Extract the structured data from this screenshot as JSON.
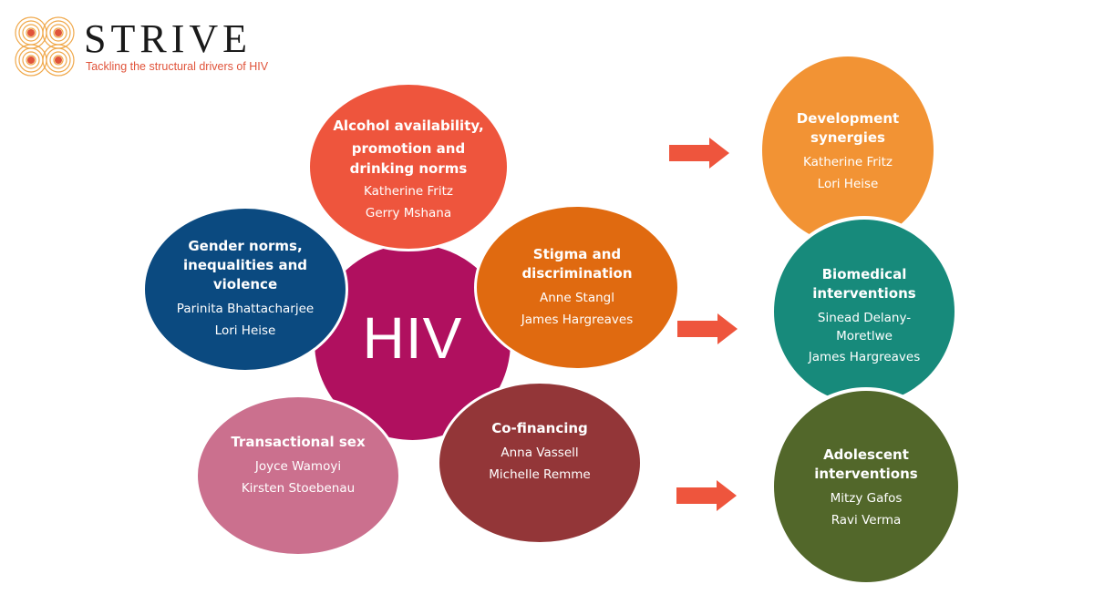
{
  "logo": {
    "wordmark": "STRIVE",
    "tagline": "Tackling the structural drivers of HIV",
    "mark_color": "#f0a84a",
    "dot_color": "#e0533a"
  },
  "center": {
    "label": "HIV",
    "color": "#b0105f"
  },
  "drivers": [
    {
      "id": "alcohol",
      "title_lines": [
        "Alcohol availability,",
        "promotion and",
        "drinking norms"
      ],
      "names": [
        "Katherine Fritz",
        "Gerry Mshana"
      ],
      "color": "#ee553d"
    },
    {
      "id": "gender",
      "title_lines": [
        "Gender norms,",
        "inequalities and",
        "violence"
      ],
      "names": [
        "Parinita Bhattacharjee",
        "Lori Heise"
      ],
      "color": "#0b4a80"
    },
    {
      "id": "stigma",
      "title_lines": [
        "Stigma and",
        "discrimination"
      ],
      "names": [
        "Anne Stangl",
        "James Hargreaves"
      ],
      "color": "#e06a10"
    },
    {
      "id": "transactional",
      "title_lines": [
        "Transactional sex"
      ],
      "names": [
        "Joyce Wamoyi",
        "Kirsten Stoebenau"
      ],
      "color": "#cb708e"
    },
    {
      "id": "cofinancing",
      "title_lines": [
        "Co-financing"
      ],
      "names": [
        "Anna Vassell",
        "Michelle Remme"
      ],
      "color": "#933638"
    }
  ],
  "outcomes": [
    {
      "id": "development",
      "title_lines": [
        "Development",
        "synergies"
      ],
      "names": [
        "Katherine Fritz",
        "Lori Heise"
      ],
      "color": "#f29334"
    },
    {
      "id": "biomedical",
      "title_lines": [
        "Biomedical",
        "interventions"
      ],
      "names": [
        "Sinead Delany-",
        "Moretlwe",
        "James Hargreaves"
      ],
      "color": "#178a7b"
    },
    {
      "id": "adolescent",
      "title_lines": [
        "Adolescent",
        "interventions"
      ],
      "names": [
        "Mitzy Gafos",
        "Ravi Verma"
      ],
      "color": "#52672a"
    }
  ],
  "arrows": {
    "color": "#ee553d",
    "count": 3
  }
}
